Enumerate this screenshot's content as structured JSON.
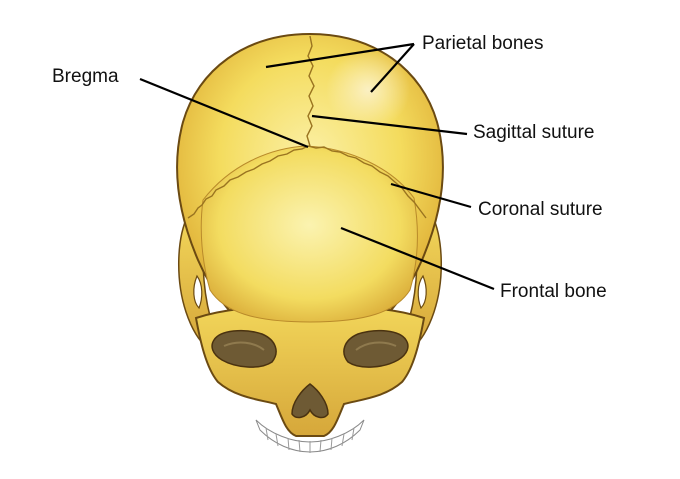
{
  "labels": {
    "parietal": "Parietal bones",
    "bregma": "Bregma",
    "sagittal": "Sagittal suture",
    "coronal": "Coronal suture",
    "frontal": "Frontal bone"
  },
  "colors": {
    "bone": "#f5e06a",
    "bone_highlight": "#fbf1b3",
    "bone_shadow": "#c99a2e",
    "outline": "#6b4a12",
    "orbit": "#6e5a34",
    "teeth": "#ffffff",
    "leader_line": "#000000"
  }
}
